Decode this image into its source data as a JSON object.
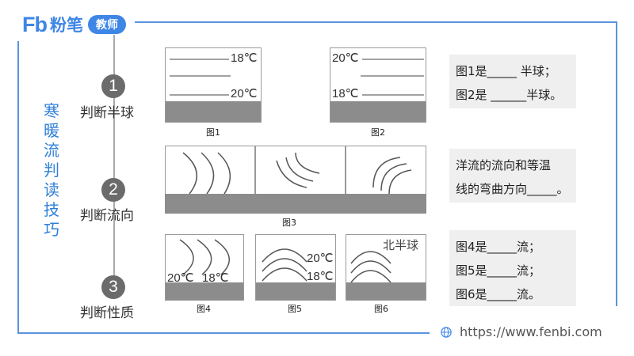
{
  "brand": {
    "fb": "Fb",
    "name": "粉笔",
    "badge": "教师"
  },
  "side_title": "寒暖流判读技巧",
  "steps": [
    {
      "num": "1",
      "label": "判断半球"
    },
    {
      "num": "2",
      "label": "判断流向"
    },
    {
      "num": "3",
      "label": "判断性质"
    }
  ],
  "figures": {
    "fig1": {
      "caption": "图1",
      "top": "18℃",
      "bottom": "20℃"
    },
    "fig2": {
      "caption": "图2",
      "top": "20℃",
      "bottom": "18℃"
    },
    "fig3": {
      "caption": "图3"
    },
    "fig4": {
      "caption": "图4",
      "left": "20℃",
      "right": "18℃"
    },
    "fig5": {
      "caption": "图5",
      "upper": "20℃",
      "lower": "18℃"
    },
    "fig6": {
      "caption": "图6",
      "hemisphere": "北半球"
    }
  },
  "answers": {
    "a1": [
      "图1是_____ 半球；",
      "图2是 ______半球。"
    ],
    "a2": [
      "洋流的流向和等温",
      "线的弯曲方向_____。"
    ],
    "a3": [
      "图4是_____流；",
      "图5是_____流；",
      "图6是_____流。"
    ]
  },
  "footer_url": "https://www.fenbi.com"
}
